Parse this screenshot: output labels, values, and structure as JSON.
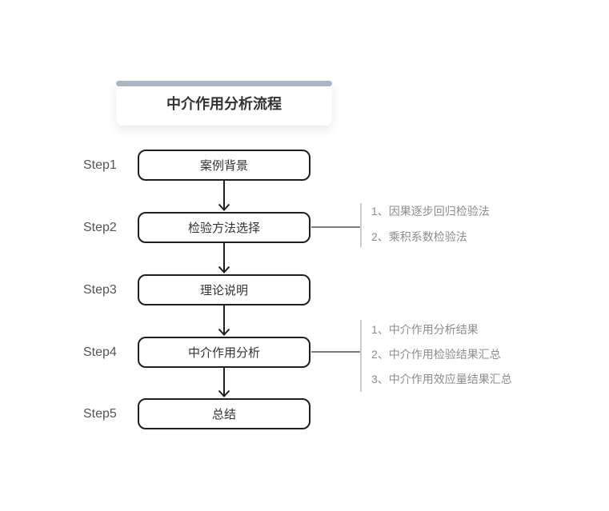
{
  "title_card": {
    "title": "中介作用分析流程"
  },
  "steps": [
    {
      "label": "Step1",
      "box": "案例背景",
      "notes": []
    },
    {
      "label": "Step2",
      "box": "检验方法选择",
      "notes": [
        "1、因果逐步回归检验法",
        "2、乘积系数检验法"
      ]
    },
    {
      "label": "Step3",
      "box": "理论说明",
      "notes": []
    },
    {
      "label": "Step4",
      "box": "中介作用分析",
      "notes": [
        "1、中介作用分析结果",
        "2、中介作用检验结果汇总",
        "3、中介作用效应量结果汇总"
      ]
    },
    {
      "label": "Step5",
      "box": "总结",
      "notes": []
    }
  ],
  "colors": {
    "header_bar": "#a9b6c8",
    "box_border": "#1f1f1f",
    "box_text": "#333333",
    "step_label_text": "#555555",
    "note_text": "#8c8c8c",
    "connector_line": "#7f7f7f",
    "bracket_line": "#cccccc",
    "background": "#ffffff"
  }
}
